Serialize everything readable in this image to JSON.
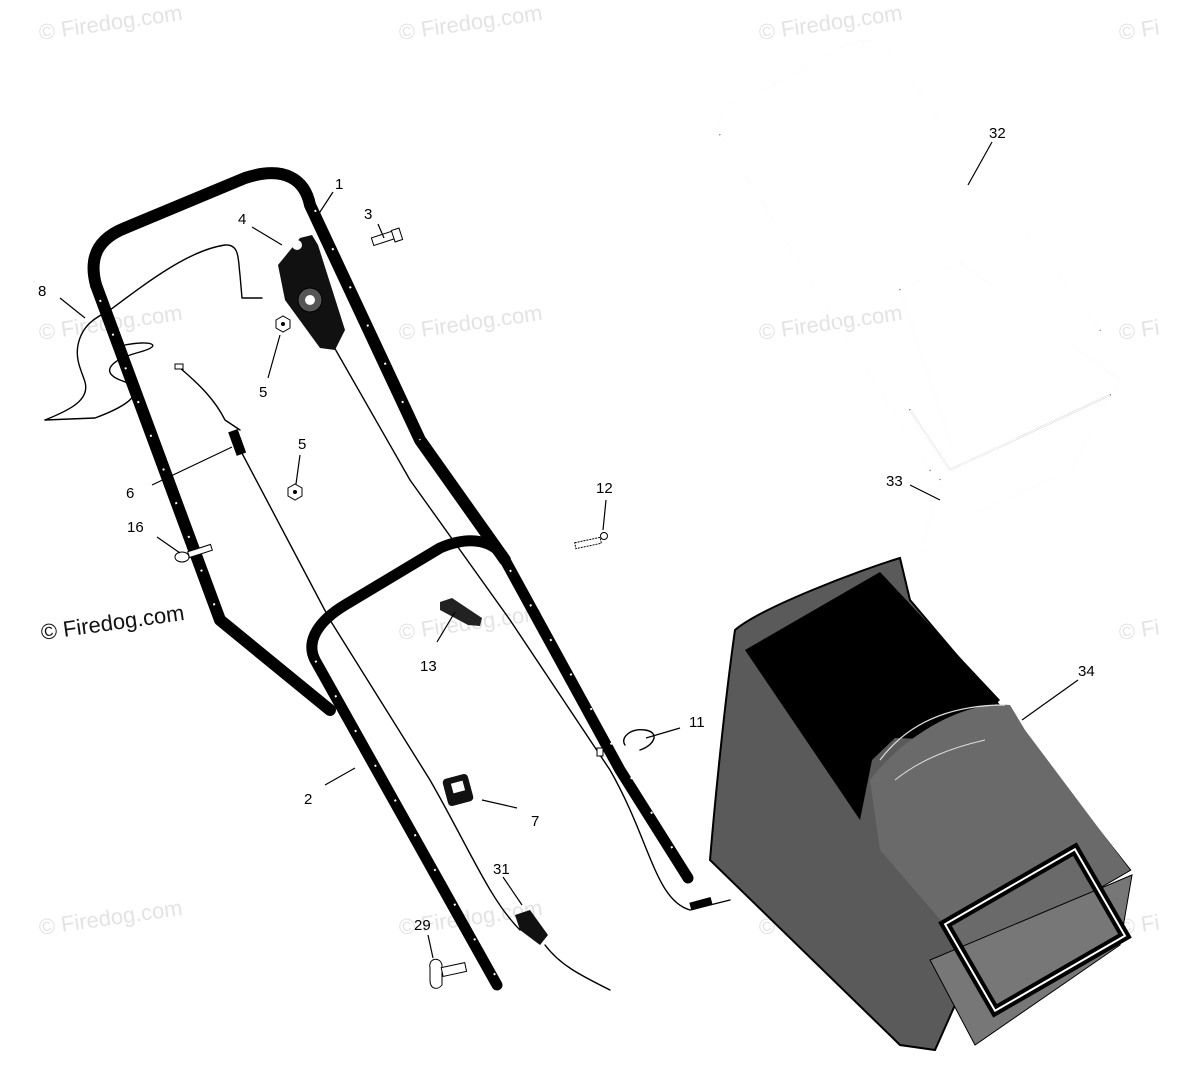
{
  "watermark": {
    "text": "© Firedog.com",
    "clipped_text": "© Fi",
    "main_text": "© Firedog.com"
  },
  "callouts": {
    "c1": "1",
    "c2": "2",
    "c3": "3",
    "c4": "4",
    "c5a": "5",
    "c5b": "5",
    "c6": "6",
    "c7": "7",
    "c8": "8",
    "c11": "11",
    "c12": "12",
    "c13": "13",
    "c16": "16",
    "c29": "29",
    "c31": "31",
    "c32": "32",
    "c33": "33",
    "c34": "34"
  },
  "colors": {
    "line": "#000000",
    "bag": "#5a5a5a",
    "bag_dark": "#333333",
    "watermark": "#e3e3e3"
  }
}
